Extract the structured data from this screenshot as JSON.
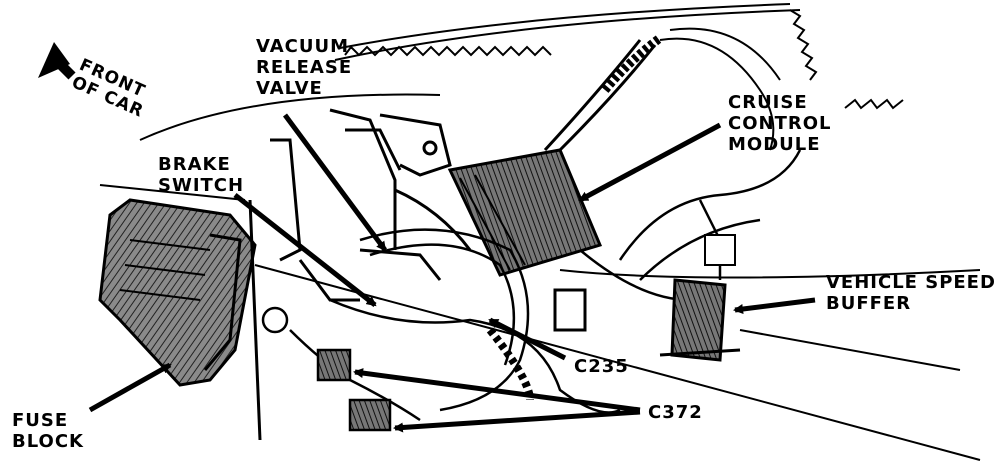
{
  "labels": {
    "front_of_car": [
      "FRONT",
      "OF CAR"
    ],
    "vacuum_release_valve": [
      "VACUUM",
      "RELEASE",
      "VALVE"
    ],
    "cruise_control_module": [
      "CRUISE",
      "CONTROL",
      "MODULE"
    ],
    "brake_switch": [
      "BRAKE",
      "SWITCH"
    ],
    "vehicle_speed_buffer": [
      "VEHICLE SPEED",
      "BUFFER"
    ],
    "c235": "C235",
    "c372": "C372",
    "fuse_block": [
      "FUSE",
      "BLOCK"
    ]
  },
  "colors": {
    "ink": "#000000",
    "paper": "#ffffff",
    "shade": "#6f6f6f"
  }
}
